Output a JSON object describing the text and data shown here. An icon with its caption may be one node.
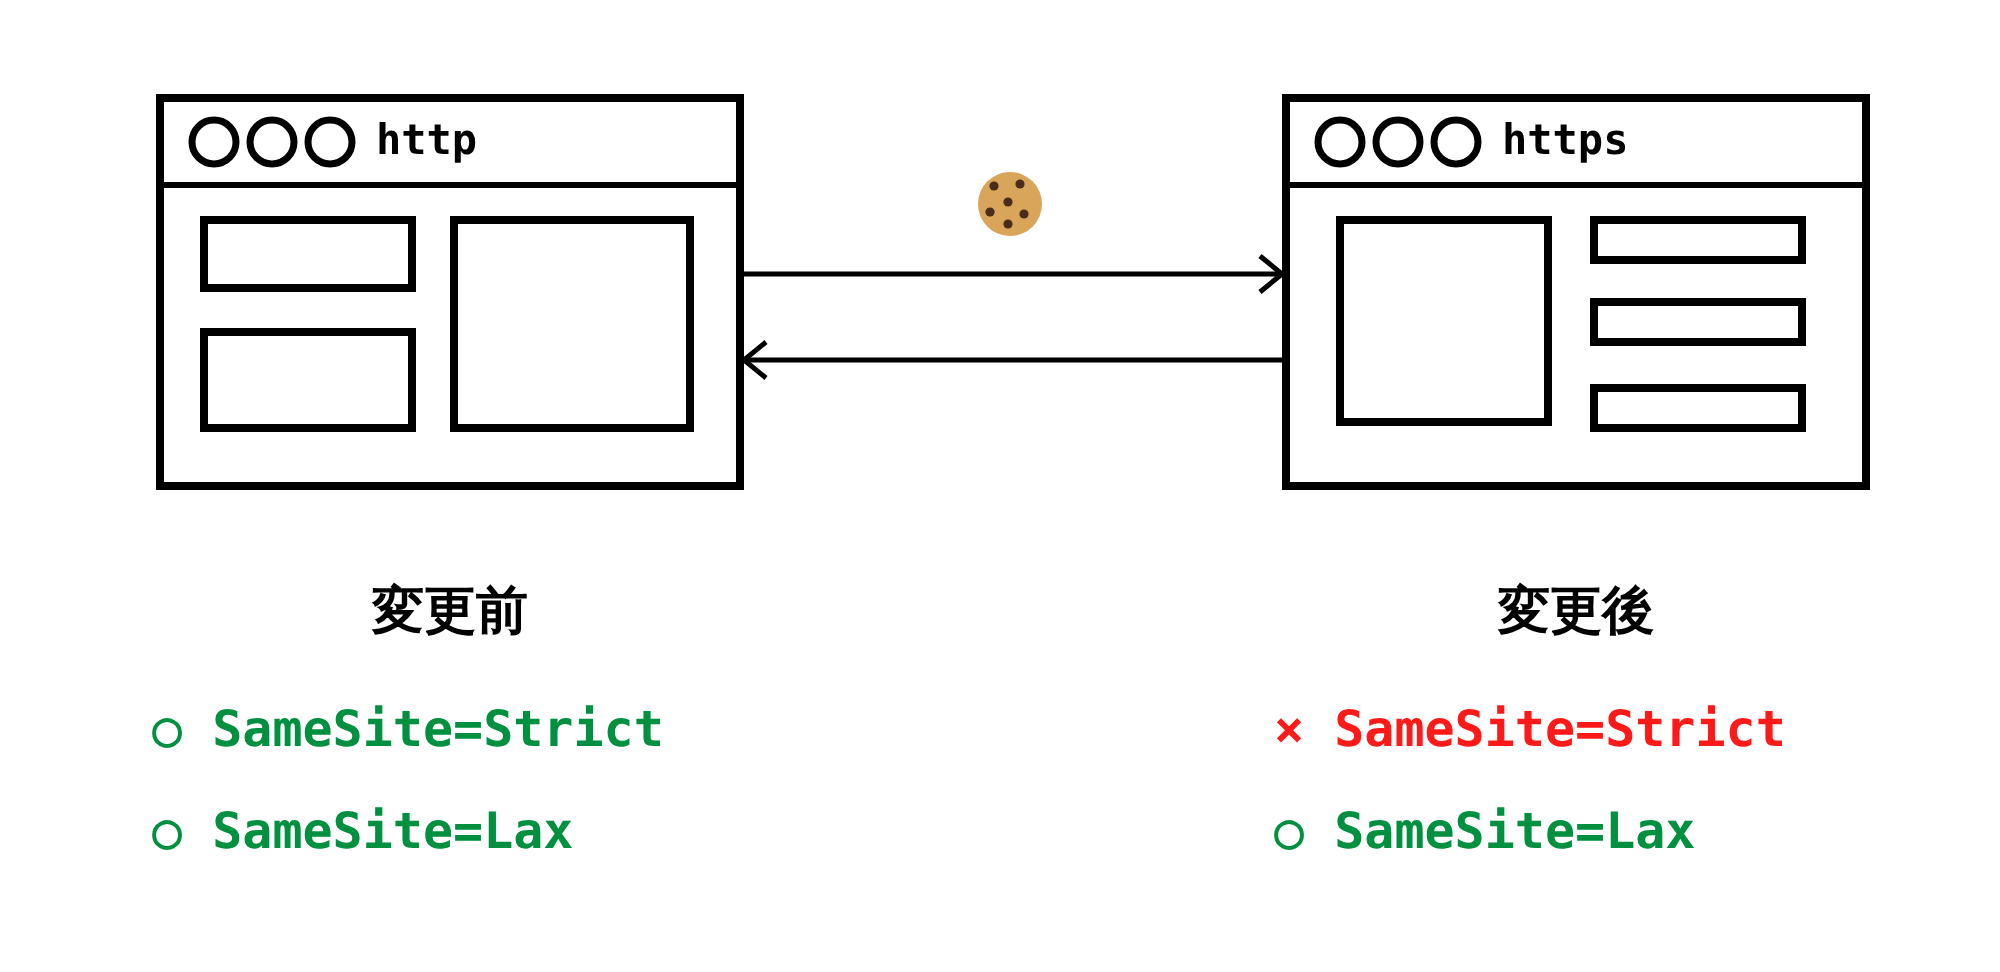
{
  "diagram": {
    "nodes": [
      {
        "text": [
          "http"
        ]
      },
      {
        "text": [],
        "shape": "box",
        "in": 0
      },
      {
        "text": [],
        "shape": "box",
        "in": 0
      },
      {
        "text": [],
        "shape": "box",
        "in": 0
      },
      {
        "text": [
          "https"
        ]
      },
      {
        "text": [],
        "shape": "box",
        "in": 4
      },
      {
        "text": [],
        "shape": "box",
        "in": 4
      },
      {
        "text": [],
        "shape": "box",
        "in": 4
      },
      {
        "text": [],
        "shape": "box",
        "in": 4
      }
    ],
    "edges": [
      {
        "from": 0,
        "to": 4,
        "arrow": "to"
      },
      {
        "from": 4,
        "to": 0,
        "arrow": "to"
      }
    ],
    "labels": [
      "変更前",
      "○ SameSite=Strict",
      "○ SameSite=Lax",
      "変更後",
      "× SameSite=Strict",
      "○ SameSite=Lax"
    ]
  }
}
